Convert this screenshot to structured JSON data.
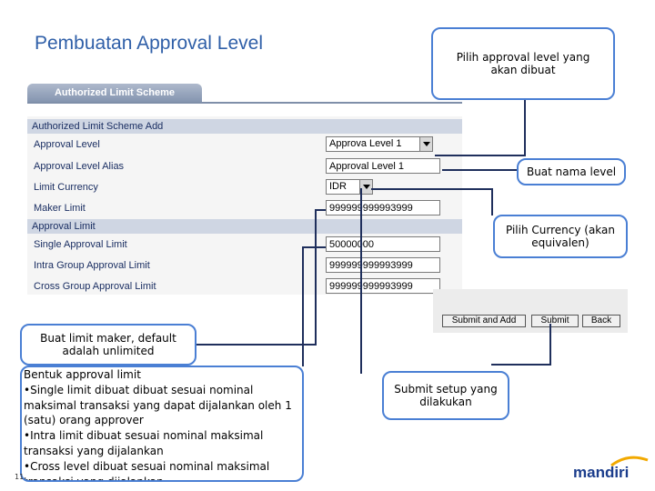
{
  "slide": {
    "title": "Pembuatan Approval Level",
    "page_number": "11",
    "logo_text": "mandiri"
  },
  "form": {
    "tab_label": "Authorized Limit Scheme",
    "section_add": "Authorized Limit Scheme Add",
    "section_limit": "Approval Limit",
    "fields": {
      "approval_level": {
        "label": "Approval Level",
        "value": "Approva  Level 1"
      },
      "approval_level_alias": {
        "label": "Approval Level Alias",
        "value": "Approval Level 1"
      },
      "limit_currency": {
        "label": "Limit Currency",
        "value": "IDR"
      },
      "maker_limit": {
        "label": "Maker Limit",
        "value": "999999999993999"
      },
      "single_approval_limit": {
        "label": "Single Approval Limit",
        "value": "50000000"
      },
      "intra_group_approval_limit": {
        "label": "Intra Group Approval Limit",
        "value": "999999999993999"
      },
      "cross_group_approval_limit": {
        "label": "Cross Group Approval Limit",
        "value": "999999999993999"
      }
    },
    "buttons": {
      "submit_and_add": "Submit and Add",
      "submit": "Submit",
      "back": "Back"
    }
  },
  "callouts": {
    "pilih_level": "Pilih approval level yang akan dibuat",
    "nama_level": "Buat nama level",
    "currency": "Pilih Currency (akan equivalen)",
    "maker": "Buat limit maker, default adalah unlimited",
    "submit": "Submit setup yang dilakukan",
    "approval_lines": [
      "Bentuk approval limit",
      "•Single limit dibuat dibuat sesuai nominal maksimal transaksi yang  dapat dijalankan oleh 1 (satu) orang approver",
      "•Intra limit dibuat sesuai nominal maksimal transaksi yang dijalankan",
      "•Cross level dibuat sesuai nominal maksimal transaksi yang dijalankan"
    ]
  },
  "colors": {
    "accent": "#4a7fd4",
    "title": "#2f5fa8",
    "form_text": "#1a2e62"
  }
}
